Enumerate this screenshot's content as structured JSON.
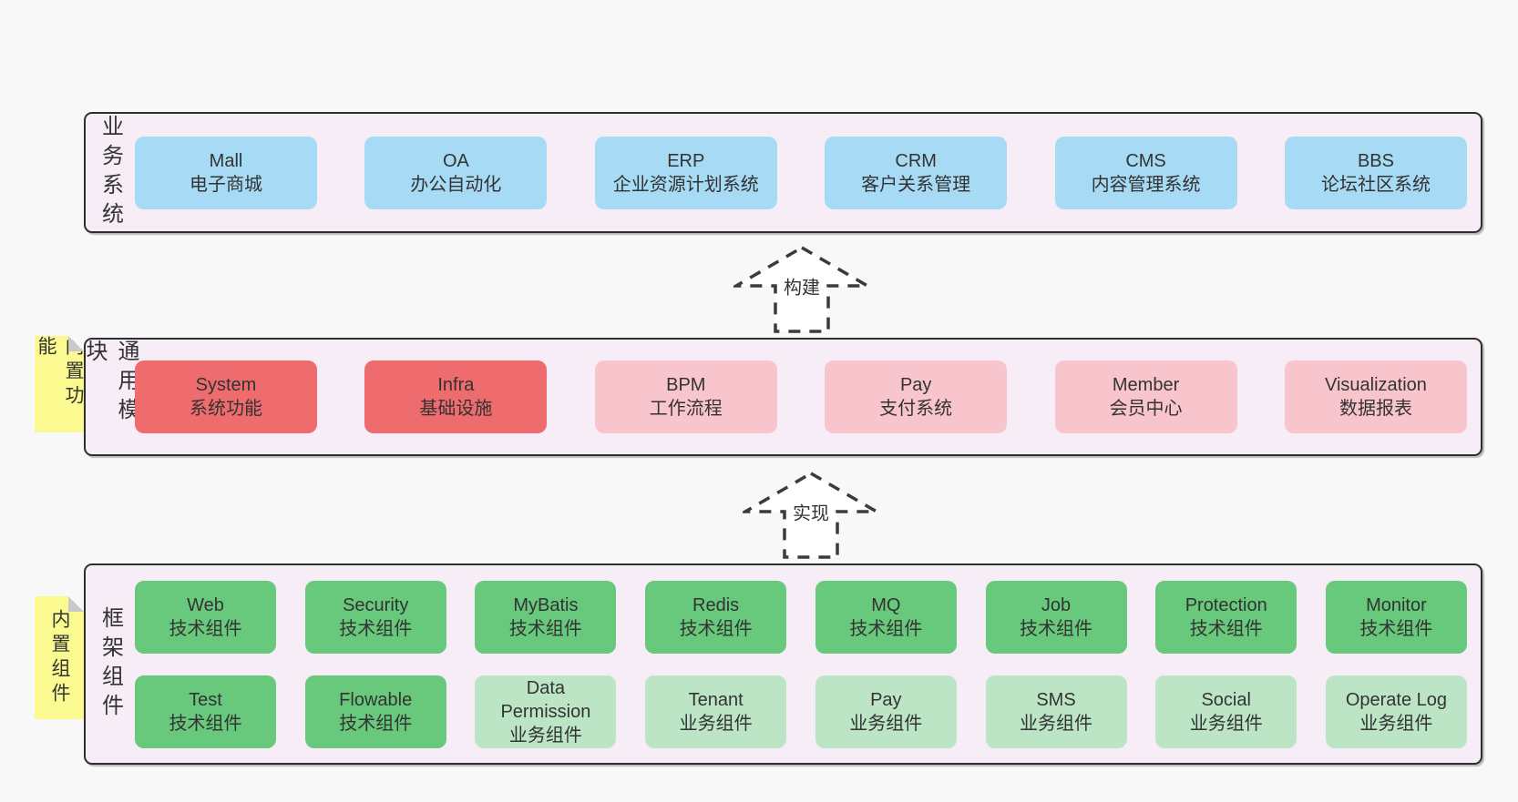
{
  "colors": {
    "page_bg": "#f8f8f8",
    "band_bg": "#f7edf6",
    "band_border": "#2f2f2f",
    "box_blue": "#a6daf5",
    "box_red": "#ee6b6e",
    "box_pink": "#f9c5cd",
    "box_green": "#68c87c",
    "box_green_light": "#bce5c6",
    "sticky_yellow": "#fafa91",
    "sticky_fold": "#c9c9c9",
    "arrow_stroke": "#3b3b3b",
    "text": "#333333"
  },
  "bands": {
    "business": {
      "label": "业务系统",
      "boxes": [
        {
          "en": "Mall",
          "zh": "电子商城"
        },
        {
          "en": "OA",
          "zh": "办公自动化"
        },
        {
          "en": "ERP",
          "zh": "企业资源计划系统"
        },
        {
          "en": "CRM",
          "zh": "客户关系管理"
        },
        {
          "en": "CMS",
          "zh": "内容管理系统"
        },
        {
          "en": "BBS",
          "zh": "论坛社区系统"
        }
      ]
    },
    "modules": {
      "label": "通用模块",
      "sticky": "内置功能",
      "boxes": [
        {
          "en": "System",
          "zh": "系统功能",
          "variant": "red"
        },
        {
          "en": "Infra",
          "zh": "基础设施",
          "variant": "red"
        },
        {
          "en": "BPM",
          "zh": "工作流程",
          "variant": "pink"
        },
        {
          "en": "Pay",
          "zh": "支付系统",
          "variant": "pink"
        },
        {
          "en": "Member",
          "zh": "会员中心",
          "variant": "pink"
        },
        {
          "en": "Visualization",
          "zh": "数据报表",
          "variant": "pink"
        }
      ]
    },
    "components": {
      "label": "框架组件",
      "sticky": "内置组件",
      "row1": [
        {
          "en": "Web",
          "zh": "技术组件",
          "variant": "green"
        },
        {
          "en": "Security",
          "zh": "技术组件",
          "variant": "green"
        },
        {
          "en": "MyBatis",
          "zh": "技术组件",
          "variant": "green"
        },
        {
          "en": "Redis",
          "zh": "技术组件",
          "variant": "green"
        },
        {
          "en": "MQ",
          "zh": "技术组件",
          "variant": "green"
        },
        {
          "en": "Job",
          "zh": "技术组件",
          "variant": "green"
        },
        {
          "en": "Protection",
          "zh": "技术组件",
          "variant": "green"
        },
        {
          "en": "Monitor",
          "zh": "技术组件",
          "variant": "green"
        }
      ],
      "row2": [
        {
          "en": "Test",
          "zh": "技术组件",
          "variant": "green"
        },
        {
          "en": "Flowable",
          "zh": "技术组件",
          "variant": "green"
        },
        {
          "en": "Data Permission",
          "zh": "业务组件",
          "variant": "green-light"
        },
        {
          "en": "Tenant",
          "zh": "业务组件",
          "variant": "green-light"
        },
        {
          "en": "Pay",
          "zh": "业务组件",
          "variant": "green-light"
        },
        {
          "en": "SMS",
          "zh": "业务组件",
          "variant": "green-light"
        },
        {
          "en": "Social",
          "zh": "业务组件",
          "variant": "green-light"
        },
        {
          "en": "Operate Log",
          "zh": "业务组件",
          "variant": "green-light"
        }
      ]
    }
  },
  "arrows": {
    "build": "构建",
    "implement": "实现"
  }
}
